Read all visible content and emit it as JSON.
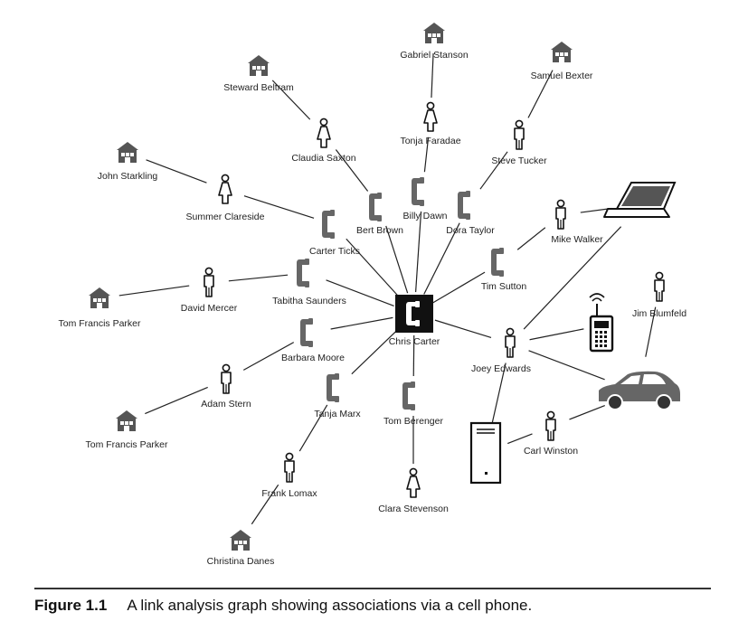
{
  "caption": {
    "label": "Figure 1.1",
    "text": "A link analysis graph showing associations via a cell phone."
  },
  "colors": {
    "line": "#222222",
    "phone_body": "#666666",
    "center_box": "#111111"
  },
  "nodes": [
    {
      "id": "chris-carter",
      "label": "Chris Carter",
      "icon": "phone-center-icon"
    },
    {
      "id": "gabriel-stanson",
      "label": "Gabriel Stanson",
      "icon": "house-icon"
    },
    {
      "id": "tonja-faradae",
      "label": "Tonja Faradae",
      "icon": "person-female-icon"
    },
    {
      "id": "billy-dawn",
      "label": "Billy Dawn",
      "icon": "phone-icon"
    },
    {
      "id": "samuel-bexter",
      "label": "Samuel Bexter",
      "icon": "house-icon"
    },
    {
      "id": "steve-tucker",
      "label": "Steve Tucker",
      "icon": "person-male-icon"
    },
    {
      "id": "dora-taylor",
      "label": "Dora Taylor",
      "icon": "phone-icon"
    },
    {
      "id": "steward-beltram",
      "label": "Steward Beltram",
      "icon": "house-icon"
    },
    {
      "id": "claudia-saxton",
      "label": "Claudia Saxton",
      "icon": "person-female-icon"
    },
    {
      "id": "bert-brown",
      "label": "Bert Brown",
      "icon": "phone-icon"
    },
    {
      "id": "john-starkling",
      "label": "John Starkling",
      "icon": "house-icon"
    },
    {
      "id": "summer-clareside",
      "label": "Summer Clareside",
      "icon": "person-female-icon"
    },
    {
      "id": "carter-ticks",
      "label": "Carter Ticks",
      "icon": "phone-icon"
    },
    {
      "id": "mike-walker",
      "label": "Mike Walker",
      "icon": "person-male-icon"
    },
    {
      "id": "laptop",
      "label": "",
      "icon": "laptop-icon"
    },
    {
      "id": "tim-sutton",
      "label": "Tim Sutton",
      "icon": "phone-icon"
    },
    {
      "id": "tom-francis-parker-1",
      "label": "Tom Francis Parker",
      "icon": "house-icon"
    },
    {
      "id": "david-mercer",
      "label": "David Mercer",
      "icon": "person-male-icon"
    },
    {
      "id": "tabitha-saunders",
      "label": "Tabitha Saunders",
      "icon": "phone-icon"
    },
    {
      "id": "cell-phone",
      "label": "",
      "icon": "cell-phone-icon"
    },
    {
      "id": "jim-blumfeld",
      "label": "Jim Blumfeld",
      "icon": "person-male-icon"
    },
    {
      "id": "barbara-moore",
      "label": "Barbara Moore",
      "icon": "phone-icon"
    },
    {
      "id": "joey-edwards",
      "label": "Joey Edwards",
      "icon": "person-male-icon"
    },
    {
      "id": "car",
      "label": "",
      "icon": "car-icon"
    },
    {
      "id": "adam-stern",
      "label": "Adam Stern",
      "icon": "person-male-icon"
    },
    {
      "id": "tom-francis-parker-2",
      "label": "Tom Francis Parker",
      "icon": "house-icon"
    },
    {
      "id": "tanja-marx",
      "label": "Tanja Marx",
      "icon": "phone-icon"
    },
    {
      "id": "tom-berenger",
      "label": "Tom Berenger",
      "icon": "phone-icon"
    },
    {
      "id": "computer-tower",
      "label": "",
      "icon": "computer-tower-icon"
    },
    {
      "id": "carl-winston",
      "label": "Carl Winston",
      "icon": "person-male-icon"
    },
    {
      "id": "frank-lomax",
      "label": "Frank Lomax",
      "icon": "person-male-icon"
    },
    {
      "id": "clara-stevenson",
      "label": "Clara Stevenson",
      "icon": "person-female-icon"
    },
    {
      "id": "christina-danes",
      "label": "Christina Danes",
      "icon": "house-icon"
    }
  ],
  "edges": [
    [
      "gabriel-stanson",
      "tonja-faradae"
    ],
    [
      "tonja-faradae",
      "billy-dawn"
    ],
    [
      "billy-dawn",
      "chris-carter"
    ],
    [
      "samuel-bexter",
      "steve-tucker"
    ],
    [
      "steve-tucker",
      "dora-taylor"
    ],
    [
      "dora-taylor",
      "chris-carter"
    ],
    [
      "steward-beltram",
      "claudia-saxton"
    ],
    [
      "claudia-saxton",
      "bert-brown"
    ],
    [
      "bert-brown",
      "chris-carter"
    ],
    [
      "john-starkling",
      "summer-clareside"
    ],
    [
      "summer-clareside",
      "carter-ticks"
    ],
    [
      "carter-ticks",
      "chris-carter"
    ],
    [
      "mike-walker",
      "laptop"
    ],
    [
      "mike-walker",
      "tim-sutton"
    ],
    [
      "tim-sutton",
      "chris-carter"
    ],
    [
      "tom-francis-parker-1",
      "david-mercer"
    ],
    [
      "david-mercer",
      "tabitha-saunders"
    ],
    [
      "tabitha-saunders",
      "chris-carter"
    ],
    [
      "barbara-moore",
      "chris-carter"
    ],
    [
      "adam-stern",
      "barbara-moore"
    ],
    [
      "tom-francis-parker-2",
      "adam-stern"
    ],
    [
      "tanja-marx",
      "chris-carter"
    ],
    [
      "frank-lomax",
      "tanja-marx"
    ],
    [
      "christina-danes",
      "frank-lomax"
    ],
    [
      "tom-berenger",
      "chris-carter"
    ],
    [
      "clara-stevenson",
      "tom-berenger"
    ],
    [
      "joey-edwards",
      "chris-carter"
    ],
    [
      "joey-edwards",
      "laptop"
    ],
    [
      "joey-edwards",
      "cell-phone"
    ],
    [
      "joey-edwards",
      "car"
    ],
    [
      "joey-edwards",
      "computer-tower"
    ],
    [
      "jim-blumfeld",
      "car"
    ],
    [
      "carl-winston",
      "car"
    ],
    [
      "carl-winston",
      "computer-tower"
    ]
  ]
}
